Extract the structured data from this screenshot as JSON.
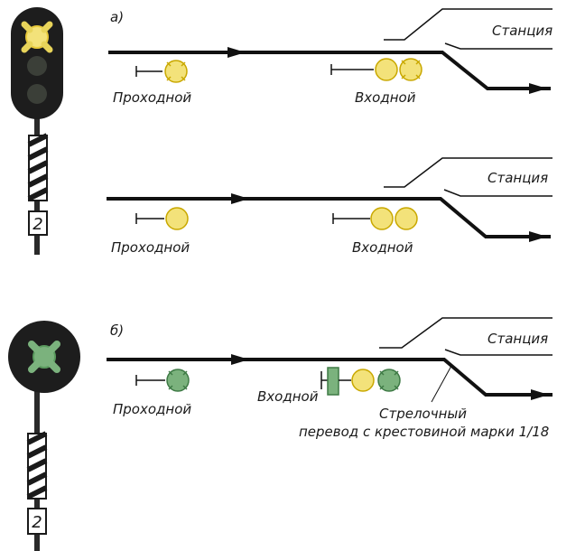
{
  "colors": {
    "yellow": "#f3e27a",
    "yellow_ring": "#c9a800",
    "green": "#7bb27d",
    "green_ring": "#3e7a45",
    "dark": "#1a1a1a",
    "track": "#111111"
  },
  "labels": {
    "part_a": "а)",
    "part_b": "б)",
    "station": "Станция",
    "passing": "Проходной",
    "entry": "Входной",
    "switch_line1": "Стрелочный",
    "switch_line2": "перевод с крестовиной марки 1/18",
    "plate_number": "2"
  },
  "mast_a": {
    "lamps": [
      "yellow-flashing",
      "off",
      "off"
    ]
  },
  "mast_b": {
    "lamps": [
      "green-flashing"
    ]
  }
}
